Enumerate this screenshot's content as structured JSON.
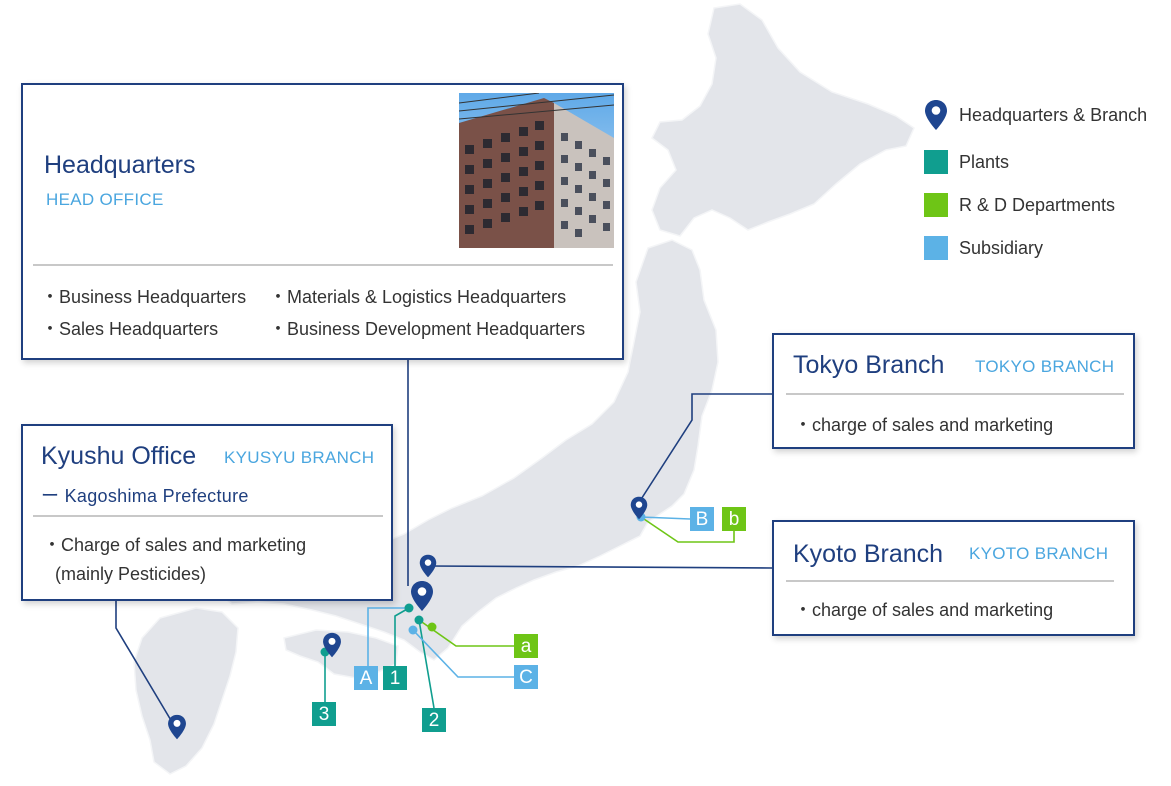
{
  "legend": [
    {
      "label": "Headquarters & Branch",
      "icon": "map-pin-icon",
      "color": "#1f4690"
    },
    {
      "label": "Plants",
      "color": "#109e8f"
    },
    {
      "label": "R & D Departments",
      "color": "#6ec516"
    },
    {
      "label": "Subsidiary",
      "color": "#5cb2e6"
    }
  ],
  "headquarters": {
    "title": "Headquarters",
    "subtitle": "HEAD OFFICE",
    "items": [
      "・Business Headquarters",
      "・Materials & Logistics Headquarters",
      "・Sales Headquarters",
      "・Business Development Headquarters"
    ]
  },
  "kyushu": {
    "title": "Kyushu Office",
    "subtitle": "KYUSYU BRANCH",
    "location": "ー Kagoshima Prefecture",
    "item_line1": "・Charge of sales and marketing",
    "item_line2": "(mainly Pesticides)"
  },
  "tokyo": {
    "title": "Tokyo Branch",
    "subtitle": "TOKYO BRANCH",
    "item": "・charge of sales and marketing"
  },
  "kyoto": {
    "title": "Kyoto Branch",
    "subtitle": "KYOTO BRANCH",
    "item": "・charge of sales and marketing"
  },
  "markers": {
    "A": "A",
    "one": "1",
    "two": "2",
    "three": "3",
    "a": "a",
    "B": "B",
    "b": "b",
    "C": "C"
  },
  "colors": {
    "navy": "#1f3f7f",
    "pin": "#1f4690",
    "map_land": "#e3e5ea",
    "plant": "#109e8f",
    "rd": "#6ec516",
    "subsidiary": "#5cb2e6"
  }
}
